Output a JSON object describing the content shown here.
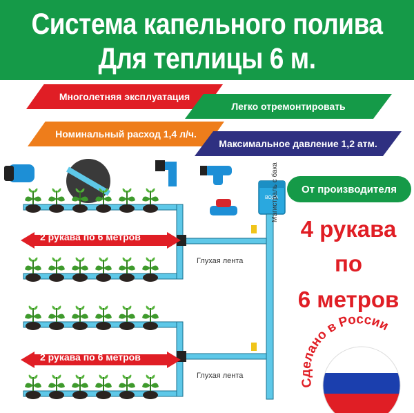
{
  "header": {
    "title_line1": "Система капельного полива",
    "title_line2": "Для теплицы 6 м."
  },
  "features": [
    "Многолетняя эксплуатация",
    "Легко отремонтировать",
    "Номинальный расход 1,4 л/ч.",
    "Максимальное давление 1,2 атм."
  ],
  "producer_label": "От производителя",
  "big_text": [
    "4 рукава",
    "по",
    "6 метров"
  ],
  "diagram": {
    "arrow_label": "2 рукава по 6 метров",
    "blind_tape_label": "Глухая лента",
    "main_line_label": "Магистраль с бака",
    "tank_label": "ВОДА"
  },
  "stamp_text": "Сделано в России",
  "colors": {
    "green": "#159a48",
    "red": "#e01e25",
    "orange": "#ee7d1b",
    "navy": "#2f3081",
    "pipe": "#5ec8e8",
    "flag_blue": "#1b3fae"
  }
}
